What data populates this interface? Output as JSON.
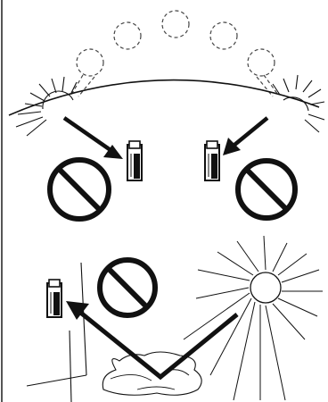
{
  "figure": {
    "panels": [
      {
        "id": "sun-path",
        "icons": [
          "sun-arc-icon",
          "sensor-icon",
          "prohibited-icon",
          "arrow-icon"
        ],
        "prohibited_count": 2,
        "sensor_count": 2
      },
      {
        "id": "reflected-light",
        "icons": [
          "sun-icon",
          "reflective-surface-icon",
          "sensor-icon",
          "prohibited-icon",
          "arrow-icon"
        ],
        "prohibited_count": 1,
        "sensor_count": 1
      }
    ],
    "colors": {
      "ink": "#111111",
      "dashed": "#444444",
      "background": "#ffffff"
    }
  }
}
